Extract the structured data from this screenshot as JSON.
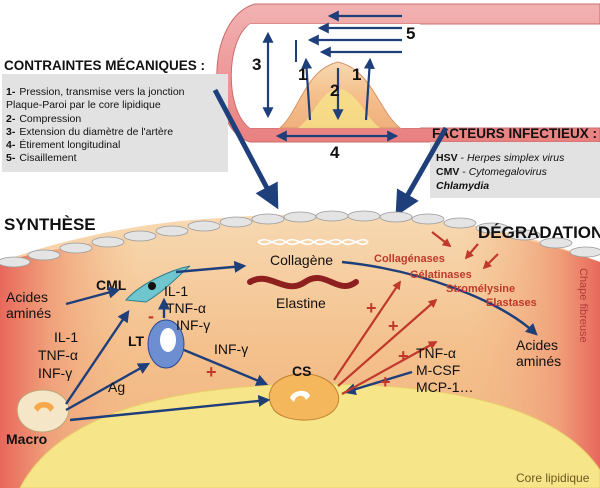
{
  "mechanical_panel": {
    "title": "CONTRAINTES MÉCANIQUES :",
    "items": [
      {
        "num": "1-",
        "text": "Pression, transmise vers la jonction"
      },
      {
        "num": "",
        "text": "Plaque-Paroi par le core lipidique"
      },
      {
        "num": "2-",
        "text": "Compression"
      },
      {
        "num": "3-",
        "text": "Extension du diamètre de l'artère"
      },
      {
        "num": "4-",
        "text": "Étirement longitudinal"
      },
      {
        "num": "5-",
        "text": "Cisaillement"
      }
    ]
  },
  "infectious_panel": {
    "title": "FACTEURS INFECTIEUX :",
    "items": [
      {
        "abbr": "HSV",
        "sep": " - ",
        "name": "Herpes simplex virus"
      },
      {
        "abbr": "CMV",
        "sep": " - ",
        "name": "Cytomegalovirus"
      },
      {
        "abbr": "",
        "sep": "",
        "name": "Chlamydia"
      }
    ]
  },
  "vessel_numbers": {
    "n1a": "1",
    "n1b": "1",
    "n2": "2",
    "n3": "3",
    "n4": "4",
    "n5": "5"
  },
  "sections": {
    "synthese": "SYNTHÈSE",
    "degradation": "DÉGRADATION"
  },
  "labels": {
    "cml": "CML",
    "lt": "LT",
    "cs": "CS",
    "macro": "Macro",
    "ag": "Ag",
    "collagene": "Collagène",
    "elastine": "Elastine",
    "acides_left_1": "Acides",
    "acides_left_2": "aminés",
    "acides_right_1": "Acides",
    "acides_right_2": "aminés",
    "il1_cml": "IL-1",
    "tnf_cml": "TNF-α",
    "inf_cml": "INF-γ",
    "il1_left": "IL-1",
    "tnf_left": "TNF-α",
    "inf_left": "INF-γ",
    "inf_lt": "INF-γ",
    "tnf_right": "TNF-α",
    "mcsf": "M-CSF",
    "mcp1": "MCP-1…",
    "minus": "-",
    "plus": "+"
  },
  "enzymes": [
    "Collagénases",
    "Gélatinases",
    "Stromélysine",
    "Elastases"
  ],
  "side_labels": {
    "chape": "Chape fibreuse",
    "core": "Core lipidique"
  },
  "colors": {
    "arrow_navy": "#1f3f7a",
    "panel_gray": "#e2e2e2",
    "plaque_peach": "#f4c797",
    "core_yellow": "#f7e58a",
    "fibrous_red": "#e86f62",
    "enzyme_red": "#c0392b"
  }
}
